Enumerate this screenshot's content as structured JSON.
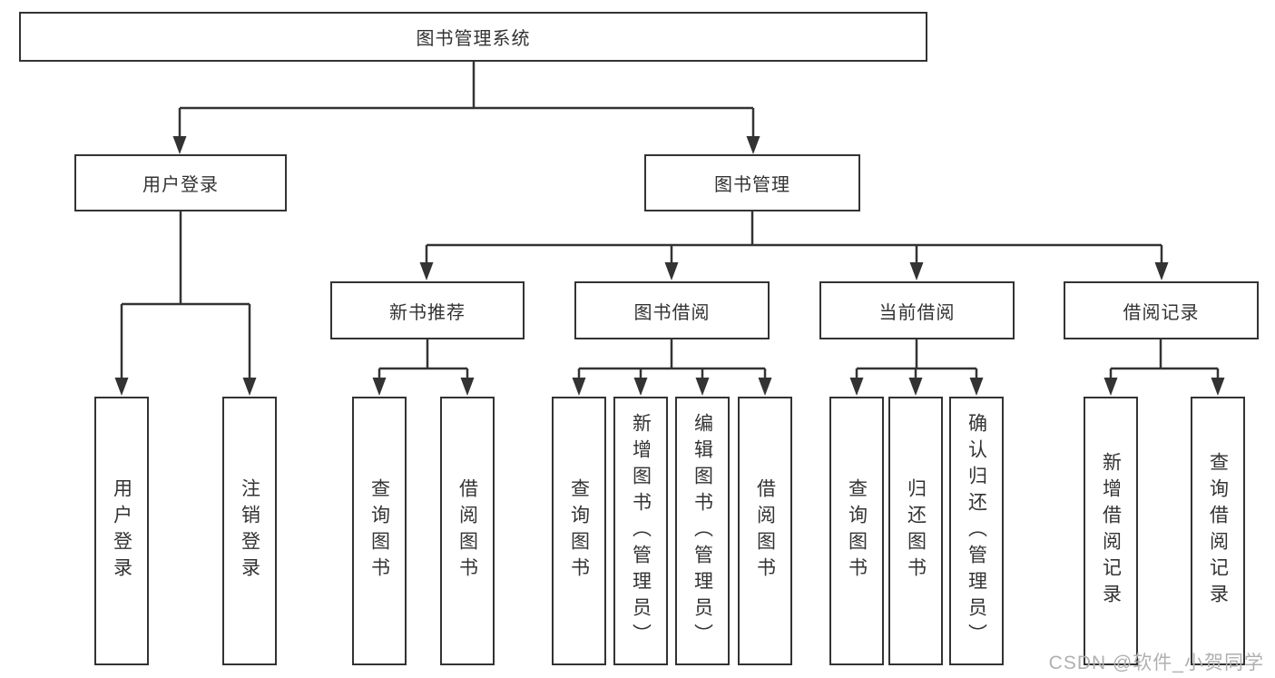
{
  "diagram": {
    "root": {
      "label": "图书管理系统"
    },
    "level2": [
      {
        "label": "用户登录",
        "children": [
          {
            "label": "用户登录"
          },
          {
            "label": "注销登录"
          }
        ]
      },
      {
        "label": "图书管理",
        "children": [
          {
            "label": "新书推荐",
            "children": [
              {
                "label": "查询图书"
              },
              {
                "label": "借阅图书"
              }
            ]
          },
          {
            "label": "图书借阅",
            "children": [
              {
                "label": "查询图书"
              },
              {
                "label": "新增图书（管理员）"
              },
              {
                "label": "编辑图书（管理员）"
              },
              {
                "label": "借阅图书"
              }
            ]
          },
          {
            "label": "当前借阅",
            "children": [
              {
                "label": "查询图书"
              },
              {
                "label": "归还图书"
              },
              {
                "label": "确认归还（管理员）"
              }
            ]
          },
          {
            "label": "借阅记录",
            "children": [
              {
                "label": "新增借阅记录"
              },
              {
                "label": "查询借阅记录"
              }
            ]
          }
        ]
      }
    ]
  },
  "watermark": {
    "text": "CSDN @软件_小贺同学"
  },
  "colors": {
    "line": "#333333",
    "box_border": "#333333",
    "box_fill": "#ffffff",
    "text": "#333333",
    "watermark": "#b0b0b0",
    "background": "#ffffff"
  }
}
